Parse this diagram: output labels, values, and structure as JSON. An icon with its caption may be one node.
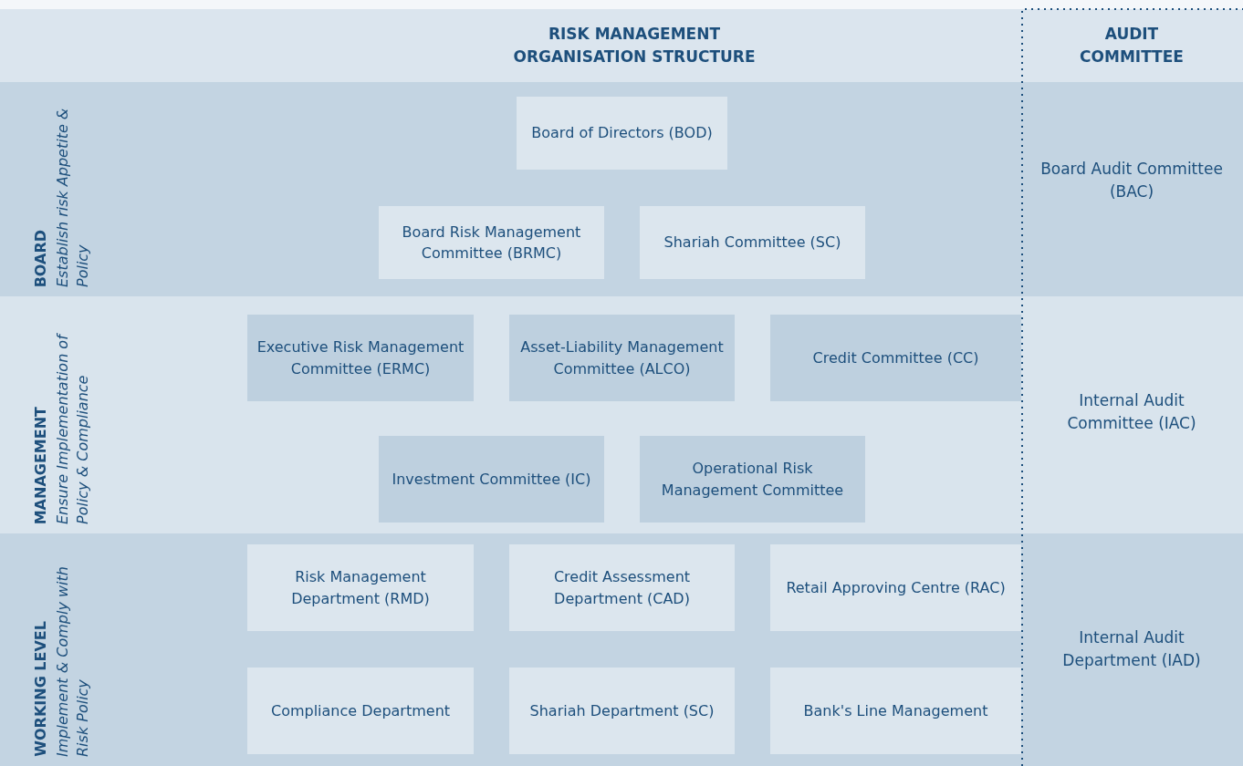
{
  "diagram": {
    "nodes": [
      {
        "text": [
          "BOARD",
          "Establish risk Appetite & Policy"
        ]
      },
      {
        "text": [
          "Board of Directors (BOD)"
        ],
        "in": 0
      },
      {
        "text": [
          "Board Risk Management Committee (BRMC)"
        ],
        "in": 0
      },
      {
        "text": [
          "Shariah Committee (SC)"
        ],
        "in": 0
      },
      {
        "text": [
          "MANAGEMENT",
          "Ensure Implementation of Policy & Compliance"
        ]
      },
      {
        "text": [
          "Executive Risk Management Committee (ERMC)"
        ],
        "in": 4
      },
      {
        "text": [
          "Asset-Liability Management Committee (ALCO)"
        ],
        "in": 4
      },
      {
        "text": [
          "Credit Committee (CC)"
        ],
        "in": 4
      },
      {
        "text": [
          "Investment Committee (IC)"
        ],
        "in": 4
      },
      {
        "text": [
          "Operational Risk Management Committee"
        ],
        "in": 4
      },
      {
        "text": [
          "WORKING LEVEL",
          "Implement & Comply with Risk Policy"
        ]
      },
      {
        "text": [
          "Risk Management Department (RMD)"
        ],
        "in": 10
      },
      {
        "text": [
          "Credit Assessment Department (CAD)"
        ],
        "in": 10
      },
      {
        "text": [
          "Retail Approving Centre (RAC)"
        ],
        "in": 10
      },
      {
        "text": [
          "Compliance Department"
        ],
        "in": 10
      },
      {
        "text": [
          "Shariah Department (SC)"
        ],
        "in": 10
      },
      {
        "text": [
          "Bank's Line Management"
        ],
        "in": 10
      }
    ],
    "labels": [
      "RISK MANAGEMENT ORGANISATION STRUCTURE",
      "AUDIT COMMITTEE",
      "Board Audit Committee (BAC)",
      "Internal Audit Committee (IAC)",
      "Internal Audit Department (IAD)"
    ]
  }
}
